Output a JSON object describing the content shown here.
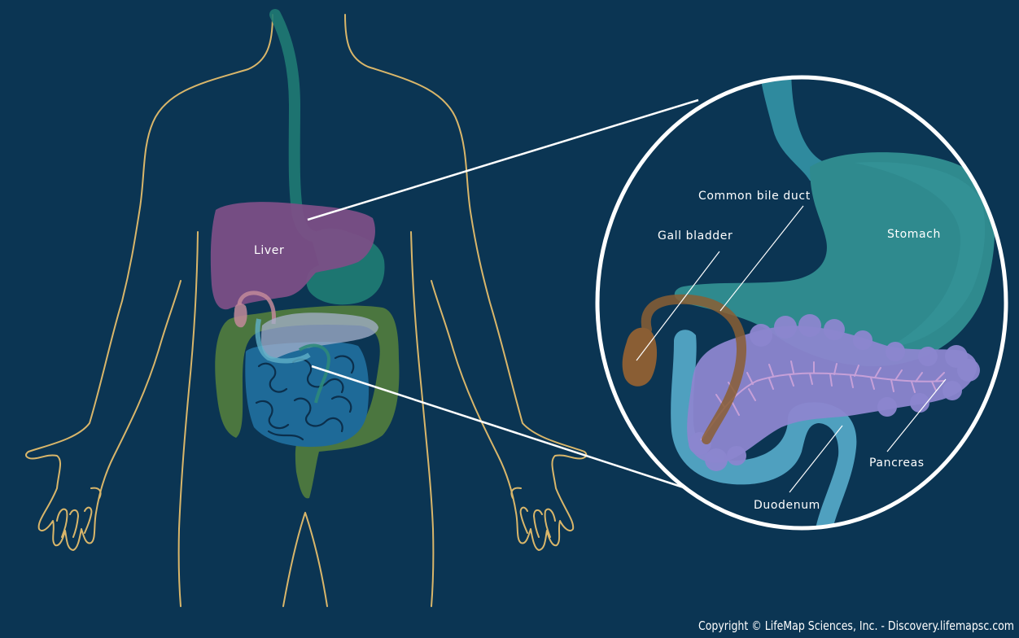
{
  "labels": {
    "liver": "Liver",
    "stomach": "Stomach",
    "common_bile_duct": "Common bile duct",
    "gall_bladder": "Gall bladder",
    "pancreas": "Pancreas",
    "duodenum": "Duodenum"
  },
  "copyright": "Copyright © LifeMap Sciences, Inc. - Discovery.lifemapsc.com",
  "colors": {
    "background": "#0b3553",
    "body_outline": "#d9b66a",
    "liver": "#7b4f86",
    "stomach": "#2f8a8e",
    "esophagus": "#1f7a73",
    "gall_bladder": "#8a5e34",
    "pancreas": "#8c86cf",
    "duodenum": "#4fa0bf",
    "small_intestine": "#1e6a98",
    "large_intestine": "#4f7a3e",
    "callout": "#ffffff"
  }
}
